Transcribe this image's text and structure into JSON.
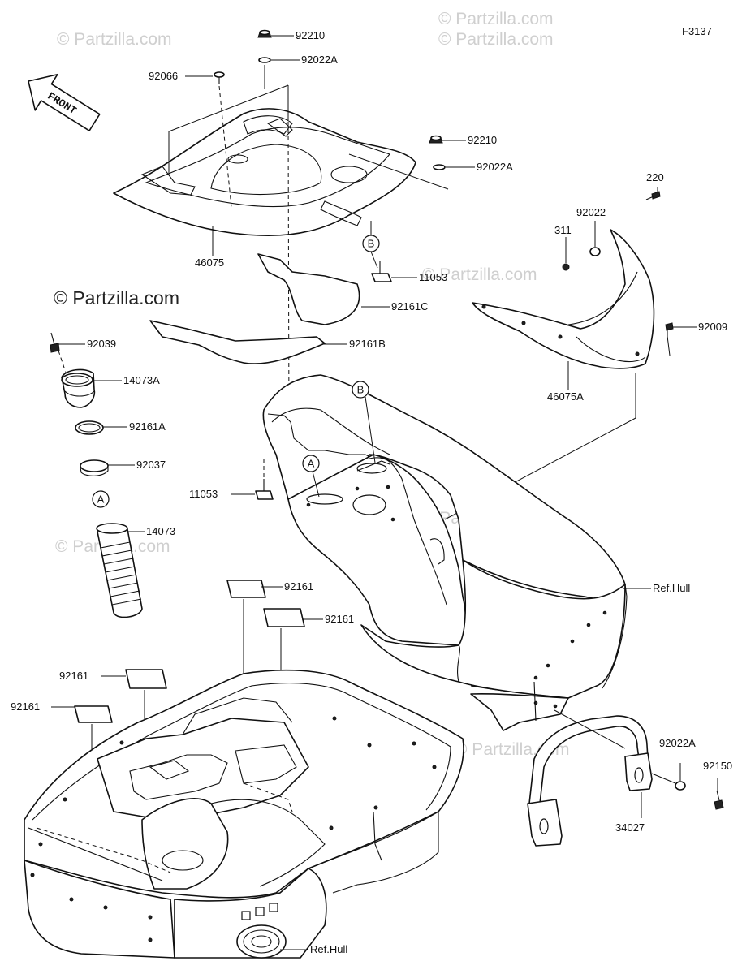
{
  "diagram_code": "F3137",
  "front_label": "FRONT",
  "watermark_text": "© Partzilla.com",
  "callouts": {
    "c92210_top": "92210",
    "c92022A_top": "92022A",
    "c92066": "92066",
    "c92210_mid": "92210",
    "c92022A_mid": "92022A",
    "c220": "220",
    "c92022": "92022",
    "c311": "311",
    "c46075": "46075",
    "c11053_top": "11053",
    "c92161C": "92161C",
    "c92009": "92009",
    "c92039": "92039",
    "c92161B": "92161B",
    "c46075A": "46075A",
    "c14073A": "14073A",
    "c92161A": "92161A",
    "c92037": "92037",
    "c11053_mid": "11053",
    "c14073": "14073",
    "c92161_1": "92161",
    "c92161_2": "92161",
    "c92161_3": "92161",
    "c92161_4": "92161",
    "ref_hull_right": "Ref.Hull",
    "ref_hull_bottom": "Ref.Hull",
    "c92022A_rail": "92022A",
    "c92150": "92150",
    "c34027": "34027"
  },
  "markers": {
    "A_hose": "A",
    "A_deck": "A",
    "B_seat": "B",
    "B_deck": "B"
  }
}
